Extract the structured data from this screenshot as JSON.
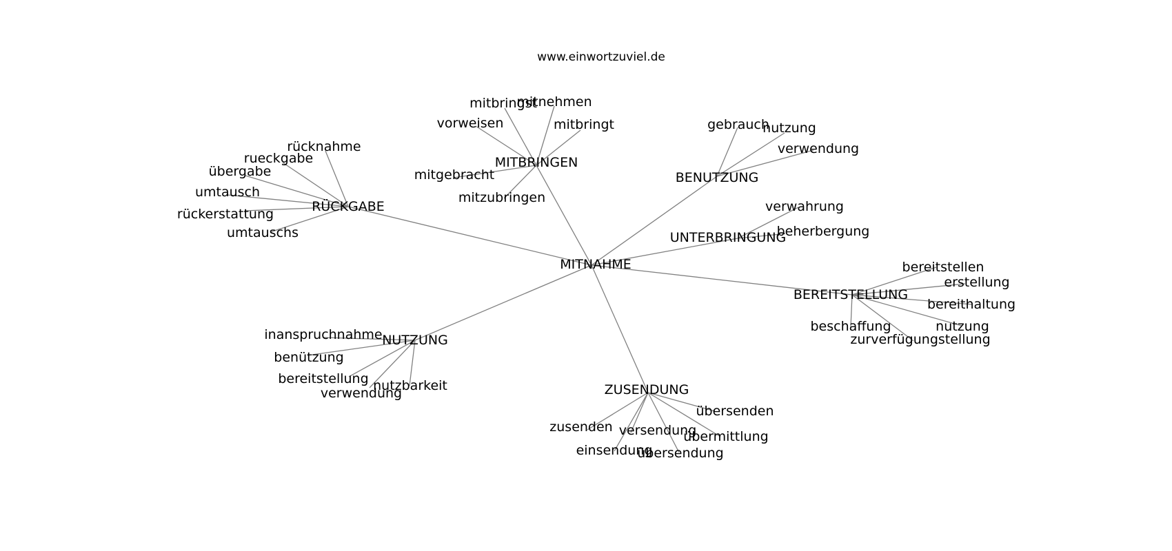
{
  "source": "www.einwortzuviel.de",
  "colors": {
    "edge": "#808080",
    "text": "#000000",
    "background": "#ffffff"
  },
  "graph": {
    "root": {
      "id": "root",
      "label": "MITNAHME"
    },
    "hubs": [
      {
        "id": "rueckgabe",
        "label": "RÜCKGABE",
        "children": [
          "rücknahme",
          "rueckgabe",
          "übergabe",
          "umtausch",
          "rückerstattung",
          "umtauschs"
        ]
      },
      {
        "id": "mitbringen",
        "label": "MITBRINGEN",
        "children": [
          "mitbringst",
          "mitnehmen",
          "vorweisen",
          "mitbringt",
          "mitgebracht",
          "mitzubringen"
        ]
      },
      {
        "id": "benutzung",
        "label": "BENUTZUNG",
        "children": [
          "gebrauch",
          "nutzung",
          "verwendung"
        ]
      },
      {
        "id": "unterbringung",
        "label": "UNTERBRINGUNG",
        "children": [
          "verwahrung",
          "beherbergung"
        ]
      },
      {
        "id": "bereitstellung",
        "label": "BEREITSTELLUNG",
        "children": [
          "bereitstellen",
          "erstellung",
          "bereithaltung",
          "nutzung",
          "beschaffung",
          "zurverfügungstellung"
        ]
      },
      {
        "id": "nutzung",
        "label": "NUTZUNG",
        "children": [
          "inanspruchnahme",
          "benützung",
          "bereitstellung",
          "verwendung",
          "nutzbarkeit"
        ]
      },
      {
        "id": "zusendung",
        "label": "ZUSENDUNG",
        "children": [
          "zusenden",
          "versendung",
          "einsendung",
          "übersendung",
          "übermittlung",
          "übersenden"
        ]
      }
    ]
  }
}
